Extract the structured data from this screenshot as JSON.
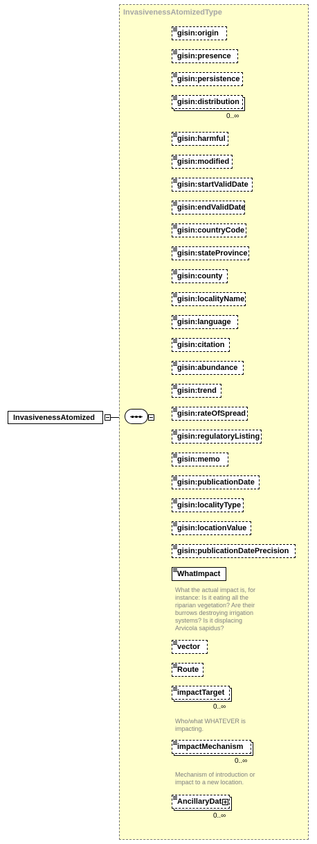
{
  "type_name": "InvasivenessAtomizedType",
  "root_element": "InvasivenessAtomized",
  "elements": [
    {
      "label": "gisin:origin",
      "optional": true,
      "multi": false,
      "card": ""
    },
    {
      "label": "gisin:presence",
      "optional": true,
      "multi": false,
      "card": ""
    },
    {
      "label": "gisin:persistence",
      "optional": true,
      "multi": false,
      "card": ""
    },
    {
      "label": "gisin:distribution",
      "optional": true,
      "multi": true,
      "card": "0..∞"
    },
    {
      "label": "gisin:harmful",
      "optional": true,
      "multi": false,
      "card": ""
    },
    {
      "label": "gisin:modified",
      "optional": true,
      "multi": false,
      "card": ""
    },
    {
      "label": "gisin:startValidDate",
      "optional": true,
      "multi": false,
      "card": ""
    },
    {
      "label": "gisin:endValidDate",
      "optional": true,
      "multi": false,
      "card": ""
    },
    {
      "label": "gisin:countryCode",
      "optional": true,
      "multi": false,
      "card": ""
    },
    {
      "label": "gisin:stateProvince",
      "optional": true,
      "multi": false,
      "card": ""
    },
    {
      "label": "gisin:county",
      "optional": true,
      "multi": false,
      "card": ""
    },
    {
      "label": "gisin:localityName",
      "optional": true,
      "multi": false,
      "card": ""
    },
    {
      "label": "gisin:language",
      "optional": true,
      "multi": false,
      "card": ""
    },
    {
      "label": "gisin:citation",
      "optional": true,
      "multi": false,
      "card": ""
    },
    {
      "label": "gisin:abundance",
      "optional": true,
      "multi": false,
      "card": ""
    },
    {
      "label": "gisin:trend",
      "optional": true,
      "multi": false,
      "card": ""
    },
    {
      "label": "gisin:rateOfSpread",
      "optional": true,
      "multi": false,
      "card": ""
    },
    {
      "label": "gisin:regulatoryListing",
      "optional": true,
      "multi": false,
      "card": ""
    },
    {
      "label": "gisin:memo",
      "optional": true,
      "multi": false,
      "card": ""
    },
    {
      "label": "gisin:publicationDate",
      "optional": true,
      "multi": false,
      "card": ""
    },
    {
      "label": "gisin:localityType",
      "optional": true,
      "multi": false,
      "card": ""
    },
    {
      "label": "gisin:locationValue",
      "optional": true,
      "multi": false,
      "card": ""
    },
    {
      "label": "gisin:publicationDatePrecision",
      "optional": true,
      "multi": false,
      "card": ""
    },
    {
      "label": "WhatImpact",
      "optional": false,
      "multi": false,
      "card": "",
      "doc": [
        "What the actual impact is, for",
        "instance: Is it eating all the",
        "riparian vegetation? Are their",
        "burrows destroying irrigation",
        "systems? Is it displacing",
        "Arvicola sapidus?"
      ]
    },
    {
      "label": "vector",
      "optional": true,
      "multi": false,
      "card": ""
    },
    {
      "label": "Route",
      "optional": true,
      "multi": false,
      "card": ""
    },
    {
      "label": "impactTarget",
      "optional": true,
      "multi": true,
      "card": "0..∞",
      "doc": [
        "Who/what WHATEVER is",
        "impacting."
      ]
    },
    {
      "label": "impactMechanism",
      "optional": true,
      "multi": true,
      "card": "0..∞",
      "doc": [
        "Mechanism of introduction or",
        "impact to a new location."
      ]
    },
    {
      "label": "AncillaryData",
      "optional": true,
      "multi": true,
      "card": "0..∞",
      "expandable": true
    }
  ]
}
